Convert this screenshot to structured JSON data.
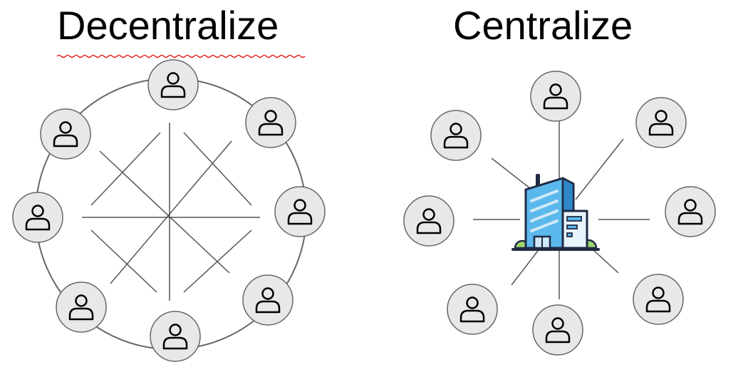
{
  "titles": {
    "decentralized": "Decentralize",
    "centralized": "Centralize"
  },
  "icons": {
    "node": "user-icon",
    "hub": "office-building-icon"
  },
  "colors": {
    "node_fill": "#e8e8e8",
    "node_stroke": "#666666",
    "line": "#555555",
    "spellcheck_underline": "#e02020",
    "building_blue": "#5ab8ec",
    "building_light": "#cfe9f8",
    "building_dark": "#1f2a44",
    "bush_green": "#9dd66b"
  },
  "decentralized": {
    "node_count": 8
  },
  "centralized": {
    "node_count": 8
  }
}
